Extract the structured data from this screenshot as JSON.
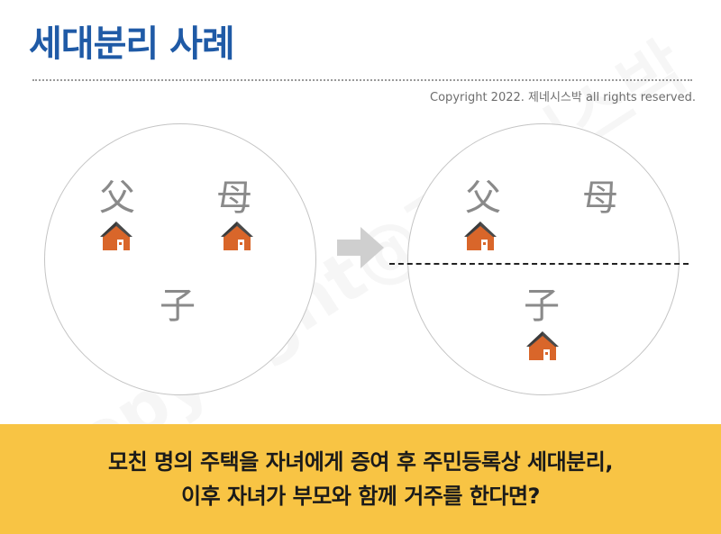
{
  "title": "세대분리 사례",
  "copyright": "Copyright 2022. 제네시스박 all rights reserved.",
  "watermark": "copyright@제네시스박",
  "before": {
    "father": "父",
    "mother": "母",
    "child": "子"
  },
  "after": {
    "father": "父",
    "mother": "母",
    "child": "子"
  },
  "banner": {
    "line1": "모친 명의 주택을 자녀에게 증여 후 주민등록상 세대분리,",
    "line2": "이후 자녀가 부모와 함께 거주를 한다면?"
  },
  "colors": {
    "title": "#1f5aa6",
    "banner": "#f8c444",
    "house_wall": "#d9662a",
    "house_roof": "#4a4a4a",
    "arrow": "#cfcfcf"
  },
  "icons": [
    "house-icon",
    "arrow-right-icon"
  ]
}
